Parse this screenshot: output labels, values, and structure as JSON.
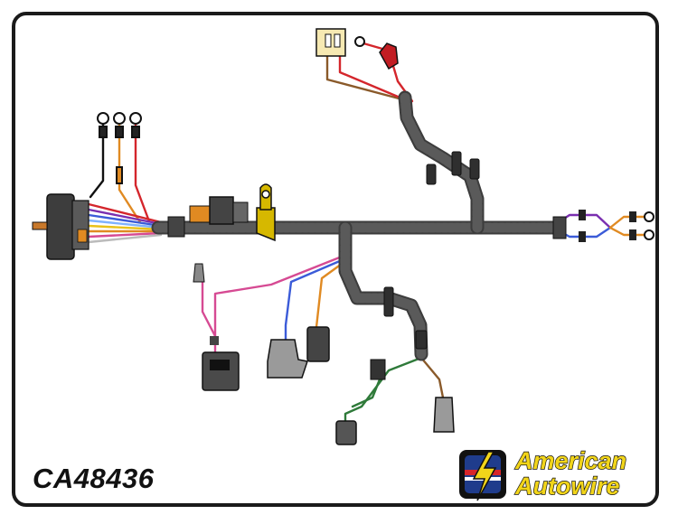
{
  "diagram": {
    "part_number": "CA48436",
    "brand": {
      "line1": "American",
      "line2": "Autowire",
      "colors": {
        "yellow": "#f2d51a",
        "red": "#d7262b",
        "blue": "#1f3c8c",
        "black": "#111111"
      }
    },
    "colors": {
      "harness": "#4a4a4a",
      "red": "#d4262c",
      "black": "#111111",
      "orange": "#e08a22",
      "pink": "#d64a93",
      "blue": "#3b5bd8",
      "purple": "#7a2fb0",
      "green": "#2f7a3a",
      "tan": "#d8b56e",
      "brown": "#8a5a2a",
      "yellow": "#e9c21a"
    }
  }
}
